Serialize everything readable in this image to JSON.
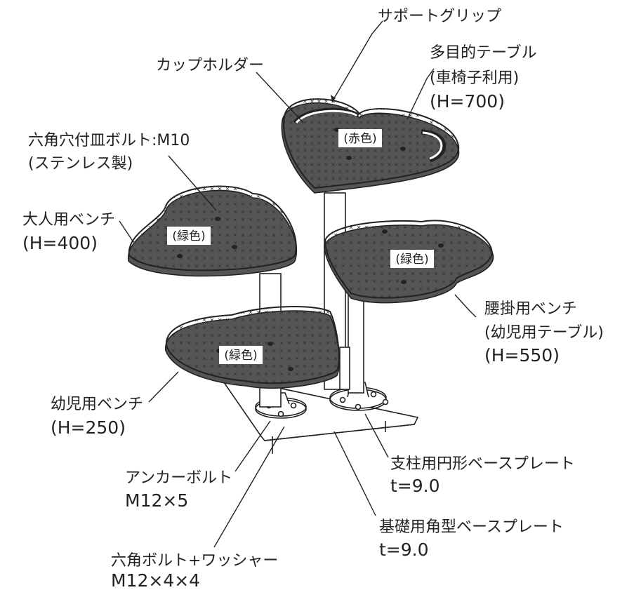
{
  "labels": {
    "support_grip": "サポートグリップ",
    "cup_holder": "カップホルダー",
    "multi_table": {
      "line1": "多目的テーブル",
      "line2": "(車椅子利用)",
      "line3": "(H=700)"
    },
    "hex_bolt": {
      "line1": "六角穴付皿ボルト:M10",
      "line2": "(ステンレス製)"
    },
    "adult_bench": {
      "line1": "大人用ベンチ",
      "line2": "(H=400)"
    },
    "seat_bench": {
      "line1": "腰掛用ベンチ",
      "line2": "(幼児用テーブル)",
      "line3": "(H=550)"
    },
    "infant_bench": {
      "line1": "幼児用ベンチ",
      "line2": "(H=250)"
    },
    "post_plate": {
      "line1": "支柱用円形ベースプレート",
      "line2": "t=9.0"
    },
    "anchor_bolt": {
      "line1": "アンカーボルト",
      "line2": "M12×5"
    },
    "base_plate": {
      "line1": "基礎用角型ベースプレート",
      "line2": "t=9.0"
    },
    "hex_bolt_washer": {
      "line1": "六角ボルト+ワッシャー",
      "line2": "M12×4×4"
    }
  },
  "color_tags": {
    "red": "(赤色)",
    "green_adult": "(緑色)",
    "green_seat": "(緑色)",
    "green_infant": "(緑色)"
  }
}
